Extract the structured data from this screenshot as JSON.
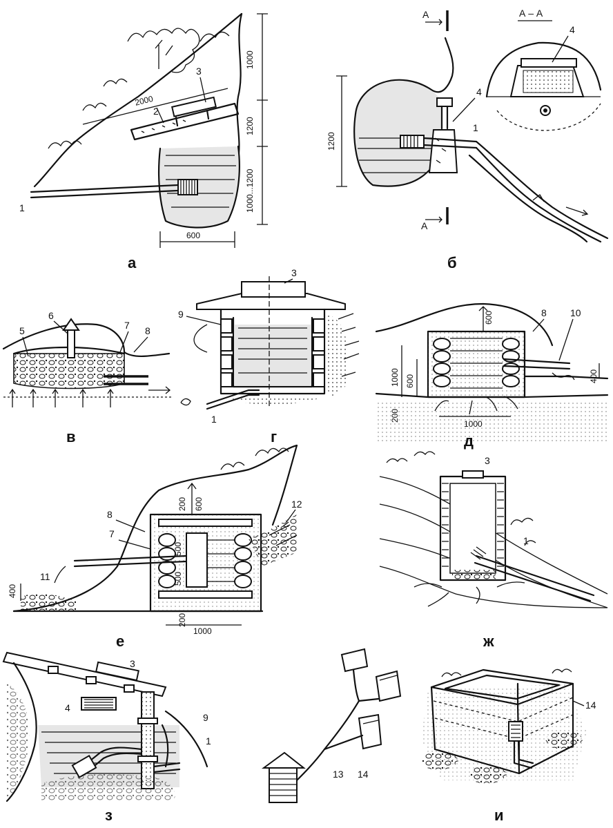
{
  "panels": {
    "a": {
      "label": "а",
      "numbers": [
        "1",
        "2",
        "3"
      ],
      "dims": [
        "2000",
        "1000",
        "1200",
        "1000...1200",
        "600"
      ]
    },
    "b": {
      "label": "б",
      "section": "А – А",
      "section_mark": "А",
      "numbers": [
        "4",
        "1",
        "4"
      ],
      "dims": [
        "1200"
      ]
    },
    "v": {
      "label": "в",
      "numbers": [
        "5",
        "6",
        "7",
        "8"
      ]
    },
    "g": {
      "label": "г",
      "numbers": [
        "3",
        "9",
        "1"
      ]
    },
    "d": {
      "label": "д",
      "numbers": [
        "8",
        "10"
      ],
      "dims": [
        "600",
        "1000",
        "600",
        "400",
        "200",
        "1000"
      ]
    },
    "e": {
      "label": "е",
      "numbers": [
        "8",
        "7",
        "12",
        "11"
      ],
      "dims": [
        "200",
        "600",
        "400",
        "500",
        "500",
        "200",
        "1000"
      ]
    },
    "zh": {
      "label": "ж",
      "numbers": [
        "3",
        "1"
      ]
    },
    "z": {
      "label": "з",
      "numbers": [
        "3",
        "4",
        "9",
        "1"
      ]
    },
    "mid": {
      "numbers": [
        "13",
        "14"
      ]
    },
    "i": {
      "label": "и",
      "numbers": [
        "14"
      ]
    }
  }
}
